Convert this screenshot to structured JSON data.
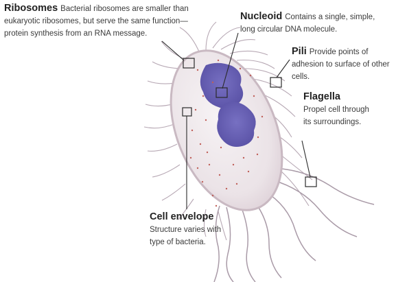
{
  "labels": {
    "ribosomes": {
      "title": "Ribosomes",
      "desc": "Bacterial ribosomes are smaller than eukaryotic ribosomes, but serve the same function—protein synthesis from an RNA message."
    },
    "nucleoid": {
      "title": "Nucleoid",
      "desc": "Contains a single, simple, long circular DNA molecule."
    },
    "pili": {
      "title": "Pili",
      "desc": "Provide points of adhesion to surface of other cells."
    },
    "flagella": {
      "title": "Flagella",
      "desc": "Propel cell through its surroundings."
    },
    "cell_envelope": {
      "title": "Cell envelope",
      "desc": "Structure varies with type of bacteria."
    }
  },
  "colors": {
    "cell_fill": "#ece6e8",
    "cell_edge": "#c9b9c2",
    "nucleoid": "#6a63b5",
    "ribosome_dots": "#c0605a",
    "pili_lines": "#b7a8b4",
    "leader_lines": "#2a2a2a"
  }
}
